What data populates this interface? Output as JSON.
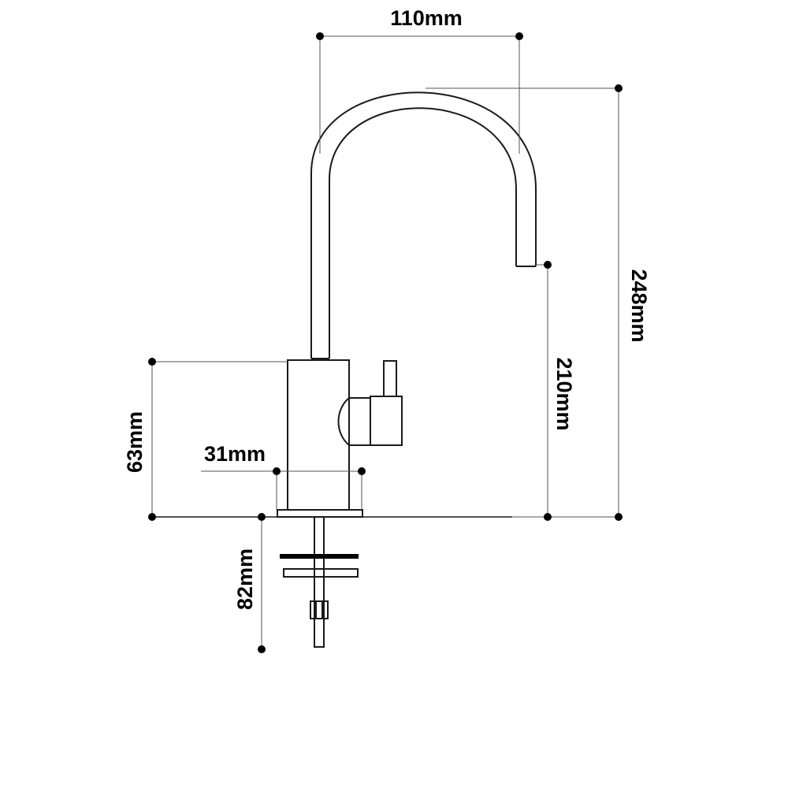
{
  "dimensions": {
    "spout_reach": "110mm",
    "overall_height": "248mm",
    "spout_height": "210mm",
    "base_height": "63mm",
    "base_diameter": "31mm",
    "shank_length": "82mm"
  },
  "colors": {
    "line": "#1a1a1a",
    "dim_line": "#555555",
    "text": "#000000",
    "washer": "#000000"
  }
}
